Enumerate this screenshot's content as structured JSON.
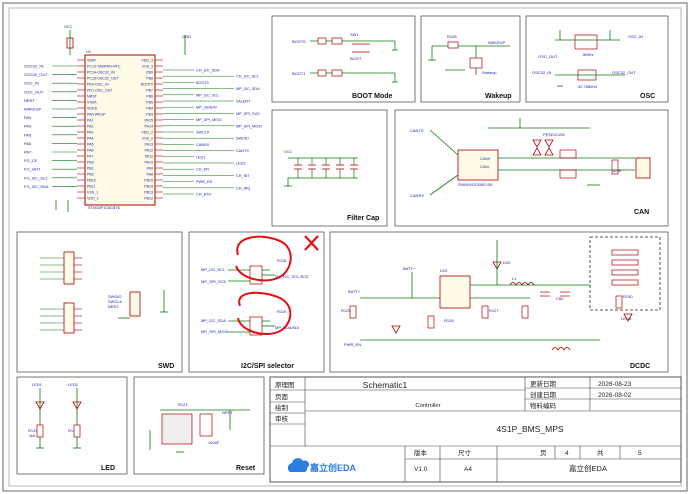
{
  "sections": {
    "boot": "BOOT Mode",
    "wakeup": "Wakeup",
    "osc": "OSC",
    "filter_cap": "Filter Cap",
    "can": "CAN",
    "swd": "SWD",
    "i2c_spi": "I2C/SPI selector",
    "dcdc": "DCDC",
    "led": "LED",
    "reset": "Reset"
  },
  "mcu": {
    "ref": "U1",
    "part": "STM32F103C8T6",
    "left_pins": [
      "VBAT",
      "PC13-TAMPER-RTC",
      "PC14-OSC32_IN",
      "PC15-OSC32_OUT",
      "PD0-OSC_IN",
      "PD1-OSC_OUT",
      "NRST",
      "VSSA",
      "VDDA",
      "PA0-WKUP",
      "PA1",
      "PA2",
      "PA3",
      "PA4",
      "PA5",
      "PA6",
      "PA7",
      "PB0",
      "PB1",
      "PB2",
      "PB10",
      "PB11",
      "VSS_1",
      "VDD_1"
    ],
    "right_pins": [
      "VDD_3",
      "VSS_3",
      "PB9",
      "PB8",
      "BOOT0",
      "PB7",
      "PB6",
      "PB5",
      "PB4",
      "PB3",
      "PA15",
      "PA14",
      "VDD_2",
      "VSS_2",
      "PA13",
      "PA12",
      "PA11",
      "PA10",
      "PA9",
      "PA8",
      "PB15",
      "PB14",
      "PB13",
      "PB12"
    ]
  },
  "mcu_nets_left": [
    "OSC32_IN",
    "OSC32_OUT",
    "OSC_IN",
    "OSC_OUT",
    "NRST",
    "WAKEUP",
    "PA3",
    "PA4",
    "PA5",
    "PA6",
    "PA7",
    "FG_CE",
    "FG_nINT",
    "FG_I2C_SCL",
    "FG_I2C_SDA"
  ],
  "mcu_nets_right": [
    "CH_I2C_SDA",
    "CH_I2C_SCL",
    "BOOT0",
    "MP_I2C_SDA",
    "MP_I2C_SCL",
    "nALERT",
    "MP_nSHDN",
    "MP_SPI_SCK",
    "MP_SPI_MISO",
    "MP_SPI_MOSI",
    "SWCLK",
    "SWDIO",
    "CANRX",
    "CANTX",
    "LED1",
    "LED2",
    "CH_EN",
    "CH_INT",
    "PWR_EN",
    "CH_IRQ",
    "CH_BTO"
  ],
  "power": {
    "vcc": "VCC",
    "gnd": "GND",
    "batt": "BATT+"
  },
  "boot_labels": [
    "BOOT0",
    "BOOT1",
    "SW1",
    "BOOT"
  ],
  "wakeup_labels": [
    "R108",
    "WAKEUP",
    "Wakeup"
  ],
  "osc_labels": [
    "OSC_IN",
    "OSC_OUT",
    "OSC32_IN",
    "OSC32_OUT",
    "8MHz",
    "32.768kHz"
  ],
  "can_labels": [
    "CANTX",
    "CANRX",
    "SN65HVD230DR-SM",
    "CANH",
    "CANL",
    "PESD1CAN",
    "CN1",
    "120R"
  ],
  "swd_labels": [
    "SWDIO",
    "SWCLK",
    "NRST"
  ],
  "i2c_labels": [
    "MP_I2C_SCL",
    "MP_SPI_SCK",
    "MP_I2C_SDA",
    "MP_SPI_MOSI",
    "MP_I2C_SCL/SCK",
    "MP_SDA/SDI",
    "R118",
    "R119"
  ],
  "dcdc_labels": [
    "BATT+",
    "PWR_EN",
    "U10",
    "R125",
    "R126",
    "R127",
    "L1",
    "D20",
    "C60",
    "LED8",
    "R130"
  ],
  "led_labels": [
    "LED1",
    "LED2",
    "R131",
    "R132",
    "1kΩ"
  ],
  "reset_labels": [
    "NRST",
    "R121",
    "S1",
    "100nF"
  ],
  "title_block": {
    "title_label": "原理图",
    "title": "Schematic1",
    "page_label": "页面",
    "page": "Controller",
    "drawn_label": "绘制",
    "review_label": "审核",
    "update_label": "更新日期",
    "update_date": "2026-08-23",
    "create_label": "创建日期",
    "create_date": "2026-08-02",
    "material_label": "物料编码",
    "material": "",
    "project": "4S1P_BMS_MPS",
    "brand": "嘉立创EDA",
    "version_label": "版本",
    "version": "V1.0",
    "size_label": "尺寸",
    "size": "A4",
    "sheet_label": "页",
    "sheet_no": "4",
    "total_label": "共",
    "total": "5",
    "company": "嘉立创EDA"
  },
  "colors": {
    "wire": "#0a7a0a",
    "component": "#b00000",
    "netlabel": "#1d22aa",
    "frame": "#555555",
    "annotation": "#e01010"
  }
}
